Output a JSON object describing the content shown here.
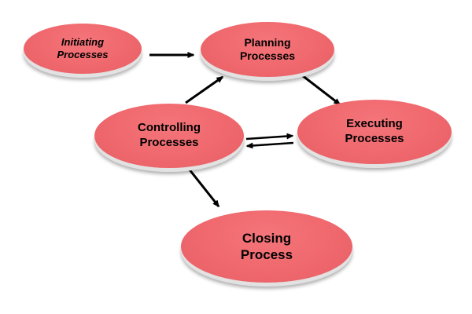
{
  "diagram": {
    "nodes": {
      "initiating": {
        "label": "Initiating\nProcesses"
      },
      "planning": {
        "label": "Planning\nProcesses"
      },
      "controlling": {
        "label": "Controlling\nProcesses"
      },
      "executing": {
        "label": "Executing\nProcesses"
      },
      "closing": {
        "label": "Closing\nProcess"
      }
    },
    "edges": [
      {
        "from": "initiating",
        "to": "planning"
      },
      {
        "from": "controlling",
        "to": "planning"
      },
      {
        "from": "planning",
        "to": "executing"
      },
      {
        "from": "controlling",
        "to": "executing"
      },
      {
        "from": "executing",
        "to": "controlling"
      },
      {
        "from": "controlling",
        "to": "closing"
      }
    ],
    "colors": {
      "node_fill": "#ef686d",
      "node_rim": "#e2e2e2",
      "arrow": "#000000",
      "text": "#000000",
      "background": "#ffffff"
    }
  }
}
